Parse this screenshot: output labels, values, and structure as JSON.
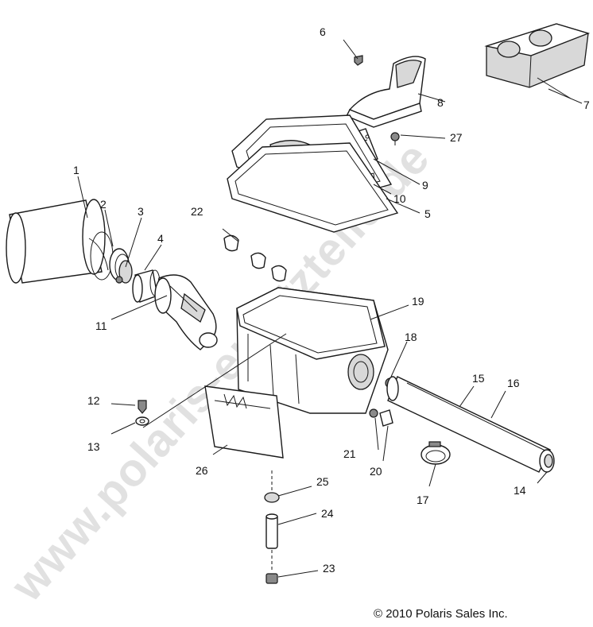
{
  "diagram": {
    "callouts": [
      "1",
      "2",
      "3",
      "4",
      "5",
      "6",
      "7",
      "8",
      "9",
      "10",
      "11",
      "12",
      "13",
      "14",
      "15",
      "16",
      "17",
      "18",
      "19",
      "20",
      "21",
      "22",
      "23",
      "24",
      "25",
      "26",
      "27"
    ],
    "copyright": "© 2010 Polaris Sales Inc.",
    "watermark": "www.polaris-ersatzteile.de"
  }
}
